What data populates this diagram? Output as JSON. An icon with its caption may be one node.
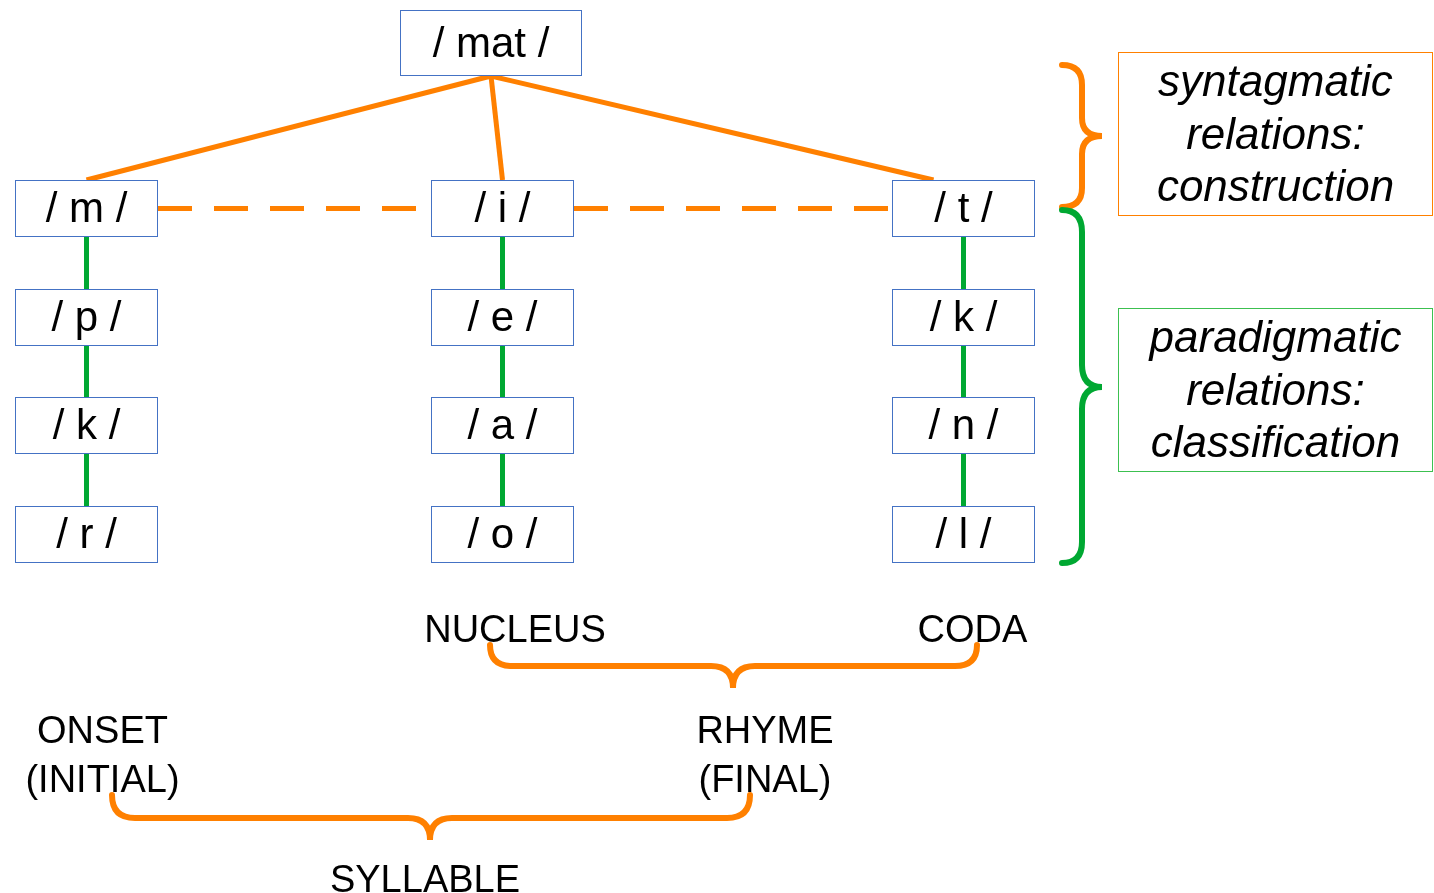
{
  "diagram": {
    "nodes": [
      {
        "text": [
          "/ mat /"
        ]
      },
      {
        "text": [
          "/ m /"
        ]
      },
      {
        "text": [
          "/ i /"
        ]
      },
      {
        "text": [
          "/ t /"
        ]
      },
      {
        "text": [
          "/ p /"
        ]
      },
      {
        "text": [
          "/ e /"
        ]
      },
      {
        "text": [
          "/ k /"
        ]
      },
      {
        "text": [
          "/ k /"
        ]
      },
      {
        "text": [
          "/ a /"
        ]
      },
      {
        "text": [
          "/ n /"
        ]
      },
      {
        "text": [
          "/ r /"
        ]
      },
      {
        "text": [
          "/ o /"
        ]
      },
      {
        "text": [
          "/ l /"
        ]
      },
      {
        "text": [
          "syntagmatic relations: construction"
        ]
      },
      {
        "text": [
          "paradigmatic relations: classification"
        ]
      }
    ],
    "edges": [
      {
        "from": 0,
        "to": 1,
        "arrow": "none",
        "color": "#ff8000"
      },
      {
        "from": 0,
        "to": 3,
        "arrow": "none",
        "color": "#ff8000"
      },
      {
        "from": 0,
        "to": 2,
        "arrow": "none",
        "color": "#ff8000"
      },
      {
        "from": 1,
        "to": 2,
        "arrow": "none",
        "style": "dashed",
        "color": "#ff8000"
      },
      {
        "from": 2,
        "to": 3,
        "arrow": "none",
        "style": "dashed",
        "color": "#ff8000"
      },
      {
        "from": 1,
        "to": 4,
        "arrow": "none"
      },
      {
        "from": 4,
        "to": 7,
        "arrow": "none"
      },
      {
        "from": 7,
        "to": 10,
        "arrow": "none"
      },
      {
        "from": 2,
        "to": 5,
        "arrow": "none"
      },
      {
        "from": 5,
        "to": 8,
        "arrow": "none"
      },
      {
        "from": 8,
        "to": 11,
        "arrow": "none"
      },
      {
        "from": 3,
        "to": 6,
        "arrow": "none"
      },
      {
        "from": 6,
        "to": 9,
        "arrow": "none"
      },
      {
        "from": 9,
        "to": 12,
        "arrow": "none"
      }
    ],
    "labels": [
      "NUCLEUS",
      "CODA",
      "ONSET (INITIAL)",
      "RHYME (FINAL)",
      "SYLLABLE"
    ]
  }
}
